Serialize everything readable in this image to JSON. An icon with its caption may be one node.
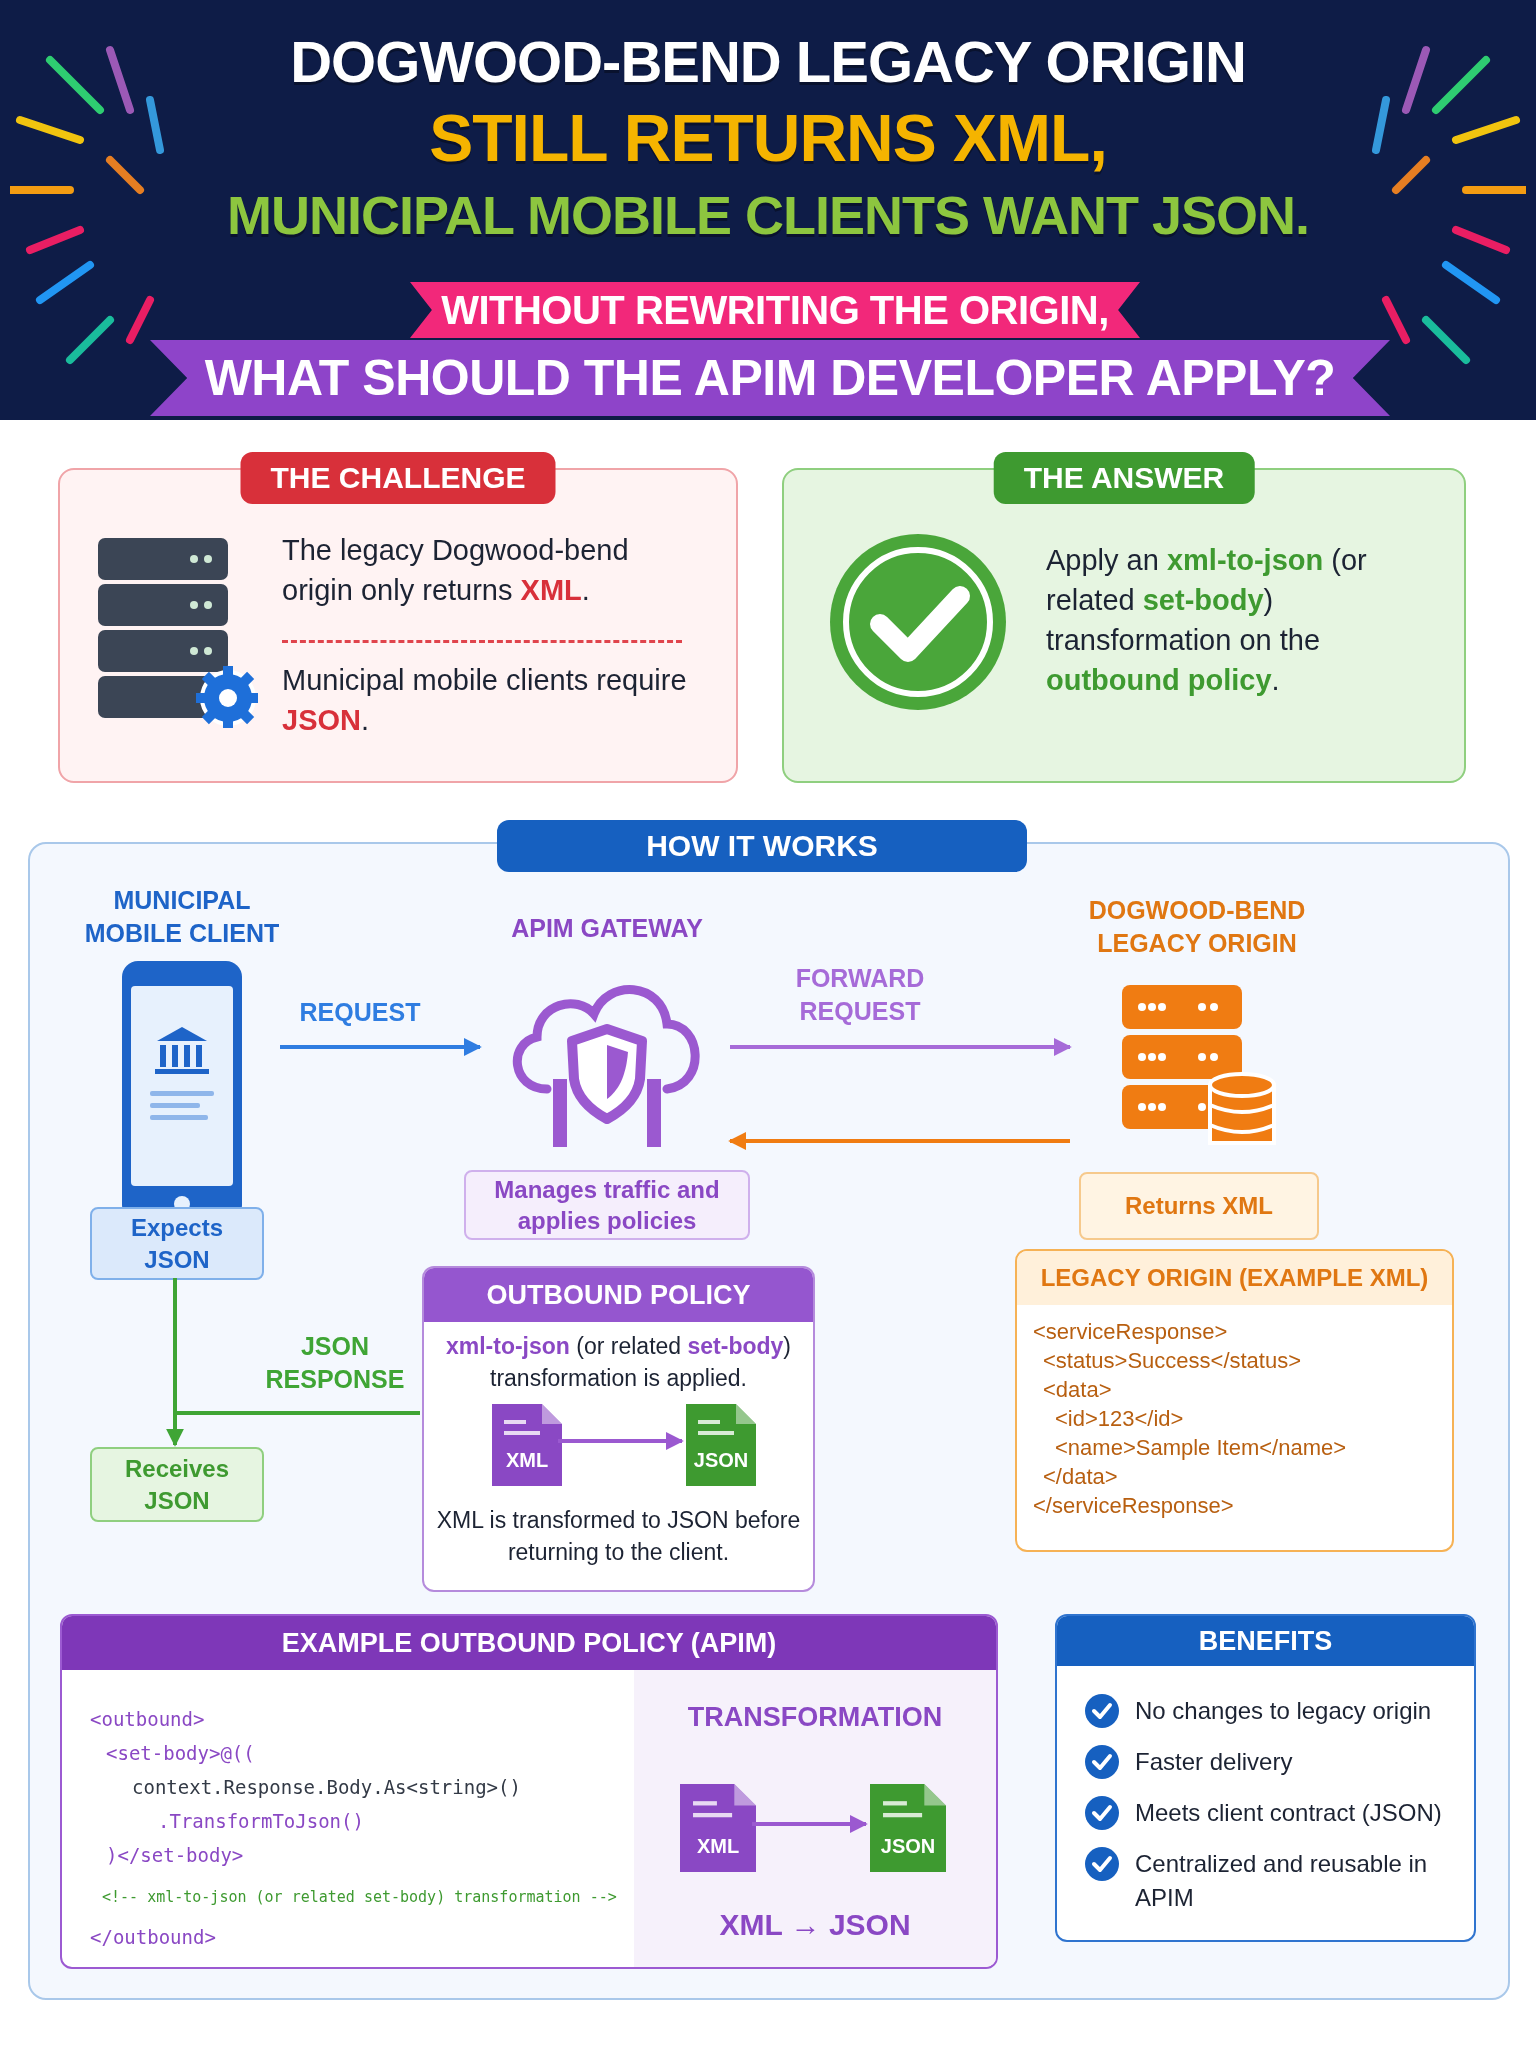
{
  "diagram": {
    "nodes": [
      {
        "text": [
          "DOGWOOD-BEND LEGACY ORIGIN",
          "STILL RETURNS XML,",
          "MUNICIPAL MOBILE CLIENTS WANT JSON."
        ]
      },
      {
        "text": [
          "WITHOUT REWRITING THE ORIGIN,"
        ],
        "in": 0
      },
      {
        "text": [
          "WHAT SHOULD THE APIM DEVELOPER APPLY?"
        ],
        "in": 0
      },
      {
        "text": [
          "THE CHALLENGE",
          "The legacy Dogwood-bend origin only returns **XML**.",
          "Municipal mobile clients require **JSON**."
        ]
      },
      {
        "text": [
          "THE ANSWER",
          "Apply an **xml-to-json** (or related **set-body**) transformation on the **outbound policy**."
        ]
      },
      {
        "text": [
          "HOW IT WORKS"
        ]
      },
      {
        "text": [
          "MUNICIPAL MOBILE CLIENT"
        ],
        "in": 5
      },
      {
        "text": [
          "Expects JSON"
        ],
        "in": 5
      },
      {
        "text": [
          "APIM GATEWAY"
        ],
        "in": 5
      },
      {
        "text": [
          "Manages traffic and applies policies"
        ],
        "in": 5
      },
      {
        "text": [
          "DOGWOOD-BEND LEGACY ORIGIN"
        ],
        "in": 5
      },
      {
        "text": [
          "Returns XML"
        ],
        "in": 5
      },
      {
        "text": [
          "OUTBOUND POLICY",
          "**xml-to-json** (or related **set-body**) transformation is applied.",
          "XML is transformed to JSON before returning to the client."
        ],
        "in": 5
      },
      {
        "text": [
          "XML"
        ],
        "in": 12
      },
      {
        "text": [
          "JSON"
        ],
        "in": 12
      },
      {
        "text": [
          "LEGACY ORIGIN (EXAMPLE XML)",
          "<serviceResponse>",
          "<status>Success</status>",
          "<data>",
          "<id>123</id>",
          "<name>Sample Item</name>",
          "</data>",
          "</serviceResponse>"
        ],
        "in": 5
      },
      {
        "text": [
          "Receives JSON"
        ],
        "in": 5
      },
      {
        "text": [
          "EXAMPLE OUTBOUND POLICY (APIM)",
          "<outbound>",
          "<set-body>@((",
          "context.Response.Body.As<string>()",
          ".TransformToJson()",
          ")</set-body>",
          "<!-- xml-to-json (or related set-body) transformation -->",
          "</outbound>",
          "TRANSFORMATION",
          "XML → JSON"
        ],
        "in": 5
      },
      {
        "text": [
          "XML"
        ],
        "in": 17
      },
      {
        "text": [
          "JSON"
        ],
        "in": 17
      },
      {
        "text": [
          "BENEFITS",
          "No changes to legacy origin",
          "Faster delivery",
          "Meets client contract (JSON)",
          "Centralized and reusable in APIM"
        ],
        "in": 5
      }
    ],
    "edges": [
      {
        "from": 6,
        "to": 8,
        "arrow": "to",
        "label": "REQUEST",
        "color": "#2f7de1"
      },
      {
        "from": 8,
        "to": 10,
        "arrow": "to",
        "label": "FORWARD REQUEST",
        "color": "#a66bd8"
      },
      {
        "from": 10,
        "to": 8,
        "arrow": "to",
        "color": "#f07c12"
      },
      {
        "from": 12,
        "to": 16,
        "arrow": "to",
        "label": "JSON RESPONSE",
        "color": "#3fa535"
      },
      {
        "from": 7,
        "to": 16,
        "arrow": "none",
        "color": "#3fa535"
      },
      {
        "from": 13,
        "to": 14,
        "arrow": "to",
        "color": "#9b59d0"
      },
      {
        "from": 18,
        "to": 19,
        "arrow": "to",
        "color": "#9b59d0"
      }
    ]
  }
}
